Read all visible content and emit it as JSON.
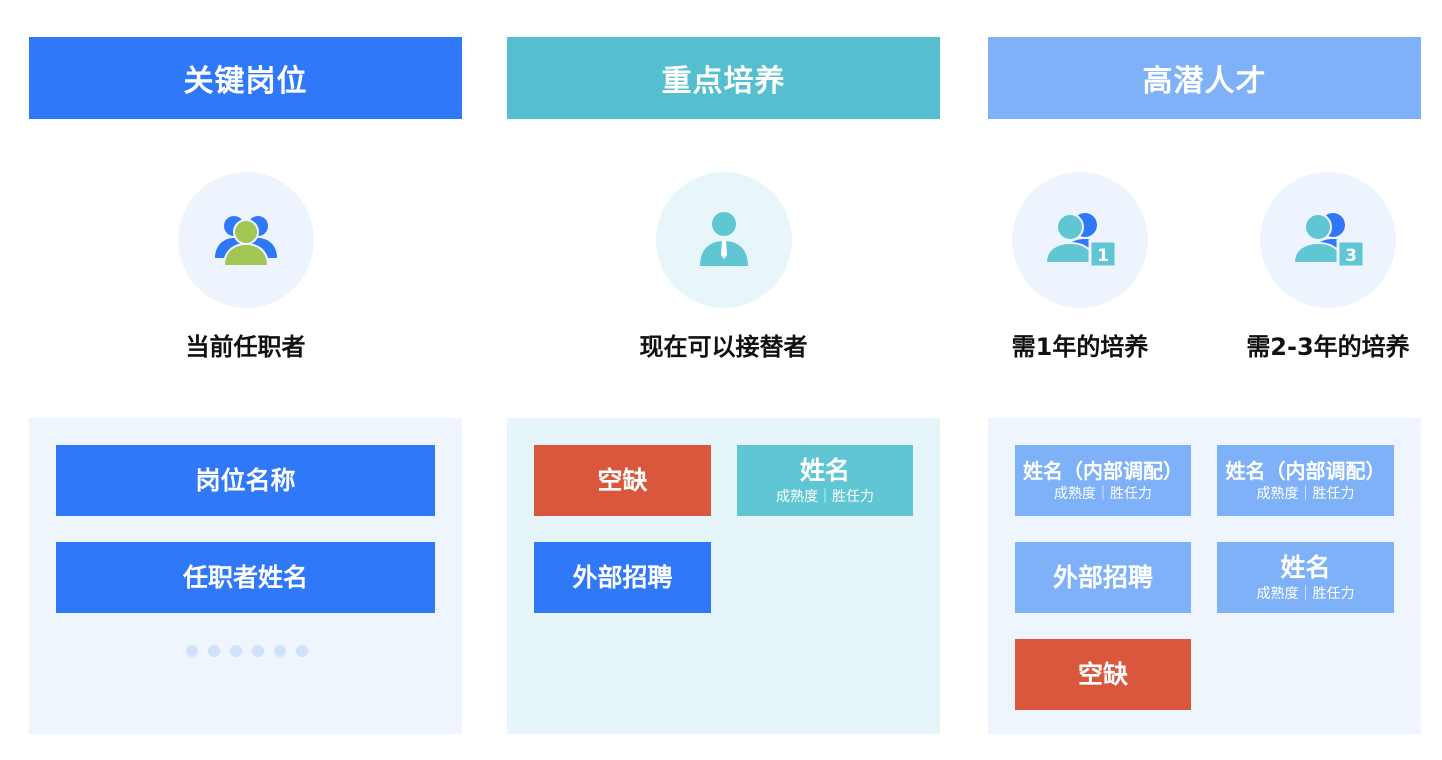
{
  "columns": [
    {
      "header": "关键岗位",
      "roles": [
        {
          "caption": "当前任职者",
          "icon": "group-icon"
        }
      ],
      "boxes": [
        {
          "main": "岗位名称"
        },
        {
          "main": "任职者姓名"
        }
      ],
      "more_indicator": "dots-icon"
    },
    {
      "header": "重点培养",
      "roles": [
        {
          "caption": "现在可以接替者",
          "icon": "person-icon"
        }
      ],
      "boxes": [
        {
          "main": "空缺"
        },
        {
          "main": "姓名",
          "sub": "成熟度｜胜任力"
        },
        {
          "main": "外部招聘"
        }
      ]
    },
    {
      "header": "高潜人才",
      "roles": [
        {
          "caption": "需1年的培养",
          "icon": "users-badge-icon",
          "badge": "1"
        },
        {
          "caption": "需2-3年的培养",
          "icon": "users-badge-icon",
          "badge": "3"
        }
      ],
      "boxes": [
        {
          "main": "姓名（内部调配）",
          "sub": "成熟度｜胜任力"
        },
        {
          "main": "姓名（内部调配）",
          "sub": "成熟度｜胜任力"
        },
        {
          "main": "外部招聘"
        },
        {
          "main": "姓名",
          "sub": "成熟度｜胜任力"
        },
        {
          "main": "空缺"
        }
      ]
    }
  ],
  "colors": {
    "blue": "#2f78f7",
    "teal": "#55bfcf",
    "light_blue": "#7eb1f8",
    "red": "#d9573c",
    "green": "#a3c553"
  }
}
